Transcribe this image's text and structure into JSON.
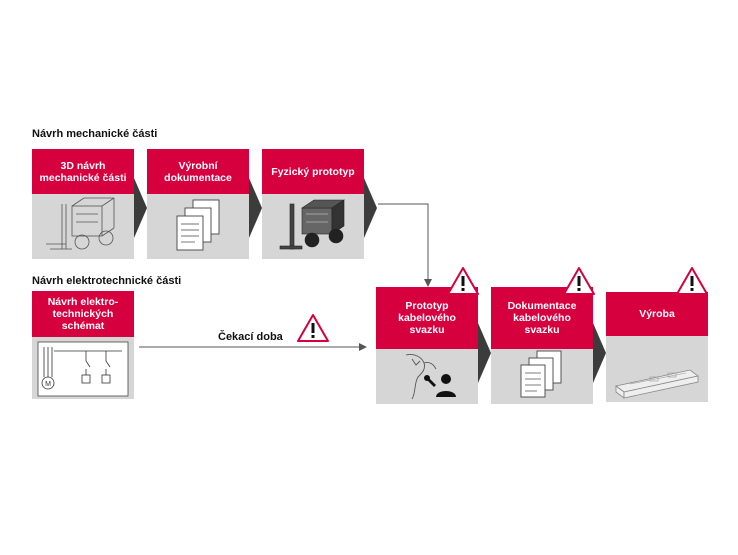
{
  "sections": {
    "mechanical": "Návrh mechanické části",
    "electrical": "Návrh elektrotechnické části"
  },
  "boxes": {
    "m1": "3D návrh mechanické části",
    "m2": "Výrobní dokumentace",
    "m3": "Fyzický prototyp",
    "e1": "Návrh elektro-technických schémat",
    "h1": "Prototyp kabelového svazku",
    "h2": "Dokumentace kabelového svazku",
    "h3": "Výroba"
  },
  "wait_label": "Čekací doba",
  "colors": {
    "accent": "#d7003f",
    "panel": "#d6d6d6",
    "chevron": "#3c3c3c"
  }
}
